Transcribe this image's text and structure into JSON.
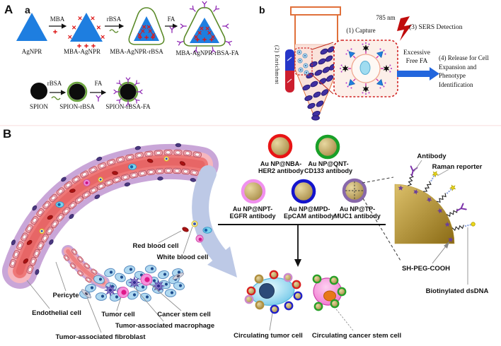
{
  "panel_a": {
    "label": "A",
    "sub_label_a": "a",
    "sub_label_b": "b",
    "row1": {
      "arrow1": "MBA",
      "arrow2": "rBSA",
      "arrow3": "FA",
      "item1": "AgNPR",
      "item2": "MBA-AgNPR",
      "item3": "MBA-AgNPR-rBSA",
      "item4": "MBA-AgNPR-rBSA-FA"
    },
    "row2": {
      "arrow1": "rBSA",
      "arrow2": "FA",
      "item1": "SPION",
      "item2": "SPION-rBSA",
      "item3": "SPION-rBSA-FA"
    },
    "workflow": {
      "enrichment": "(2) Enrichment",
      "capture": "(1) Capture",
      "laser_wavelength": "785 nm",
      "sers": "(3) SERS Detection",
      "excessive": "Excessive",
      "free_fa": "Free FA",
      "release_line1": "(4) Release for Cell",
      "release_line2": "Expansion and",
      "release_line3": "Phenotype",
      "release_line4": "Identification"
    }
  },
  "panel_b": {
    "label": "B",
    "nanoparticles": {
      "np1_line1": "Au NP@NBA-",
      "np1_line2": "HER2 antibody",
      "np2_line1": "Au NP@QNT-",
      "np2_line2": "CD133 antibody",
      "np3_line1": "Au NP@NPT-",
      "np3_line2": "EGFR antibody",
      "np4_line1": "Au NP@MPD-",
      "np4_line2": "EpCAM antibody",
      "np5_line1": "Au NP@TP-",
      "np5_line2": "MUC1 antibody"
    },
    "cell_labels": {
      "red_blood_cell": "Red blood cell",
      "white_blood_cell": "White blood cell",
      "pericyte": "Pericyte",
      "endothelial_cell": "Endothelial cell",
      "tumor_cell": "Tumor cell",
      "cancer_stem_cell": "Cancer stem cell",
      "tumor_associated_macrophage": "Tumor-associated macrophage",
      "tumor_associated_fibroblast": "Tumor-associated fibroblast"
    },
    "probe_labels": {
      "antibody": "Antibody",
      "raman_reporter": "Raman reporter",
      "sh_peg_cooh": "SH-PEG-COOH",
      "biotinylated_dsdna": "Biotinylated dsDNA"
    },
    "result_labels": {
      "circulating_tumor_cell": "Circulating tumor cell",
      "circulating_cancer_stem_cell": "Circulating cancer stem cell"
    }
  },
  "colors": {
    "agnpr_blue": "#1e7ee0",
    "mba_red": "#dd1818",
    "rbsa_green": "#5a8a28",
    "fa_purple": "#8a1fb0",
    "tube_orange": "#e0703a",
    "magnet_blue": "#2636c8",
    "magnet_red": "#cc1e2e",
    "laser_red": "#c00c0c",
    "release_arrow_blue": "#2266dd",
    "gold": "#c8a23c",
    "np_ring_red": "#e81414",
    "np_ring_green": "#18a028",
    "np_ring_pink": "#f090ee",
    "np_ring_blue": "#1414cc",
    "np_ring_purple": "#8868aa"
  }
}
